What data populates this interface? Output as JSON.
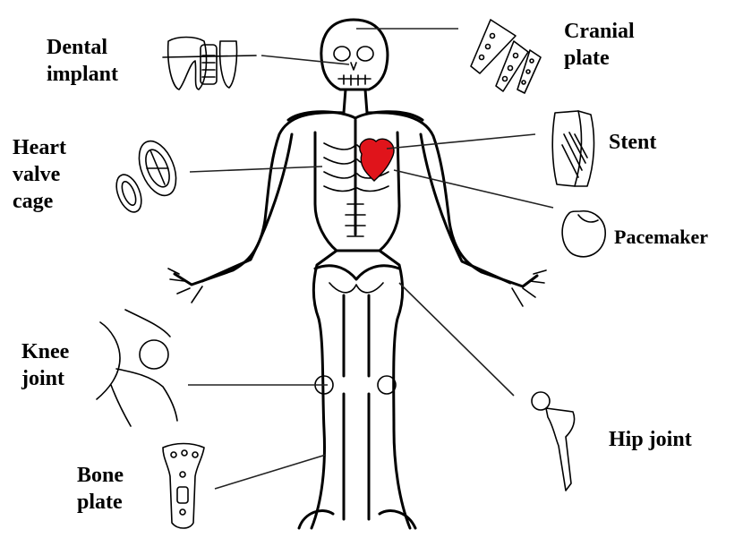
{
  "colors": {
    "heart": "#e0141b",
    "ink": "#000000"
  },
  "labels": {
    "dental": [
      "Dental",
      "implant"
    ],
    "cranial": [
      "Cranial",
      "plate"
    ],
    "heart_valve": [
      "Heart",
      "valve",
      "cage"
    ],
    "stent": [
      "Stent"
    ],
    "pacemaker": [
      "Pacemaker"
    ],
    "knee": [
      "Knee",
      "joint"
    ],
    "hip": [
      "Hip joint"
    ],
    "bone_plate": [
      "Bone",
      "plate"
    ]
  }
}
